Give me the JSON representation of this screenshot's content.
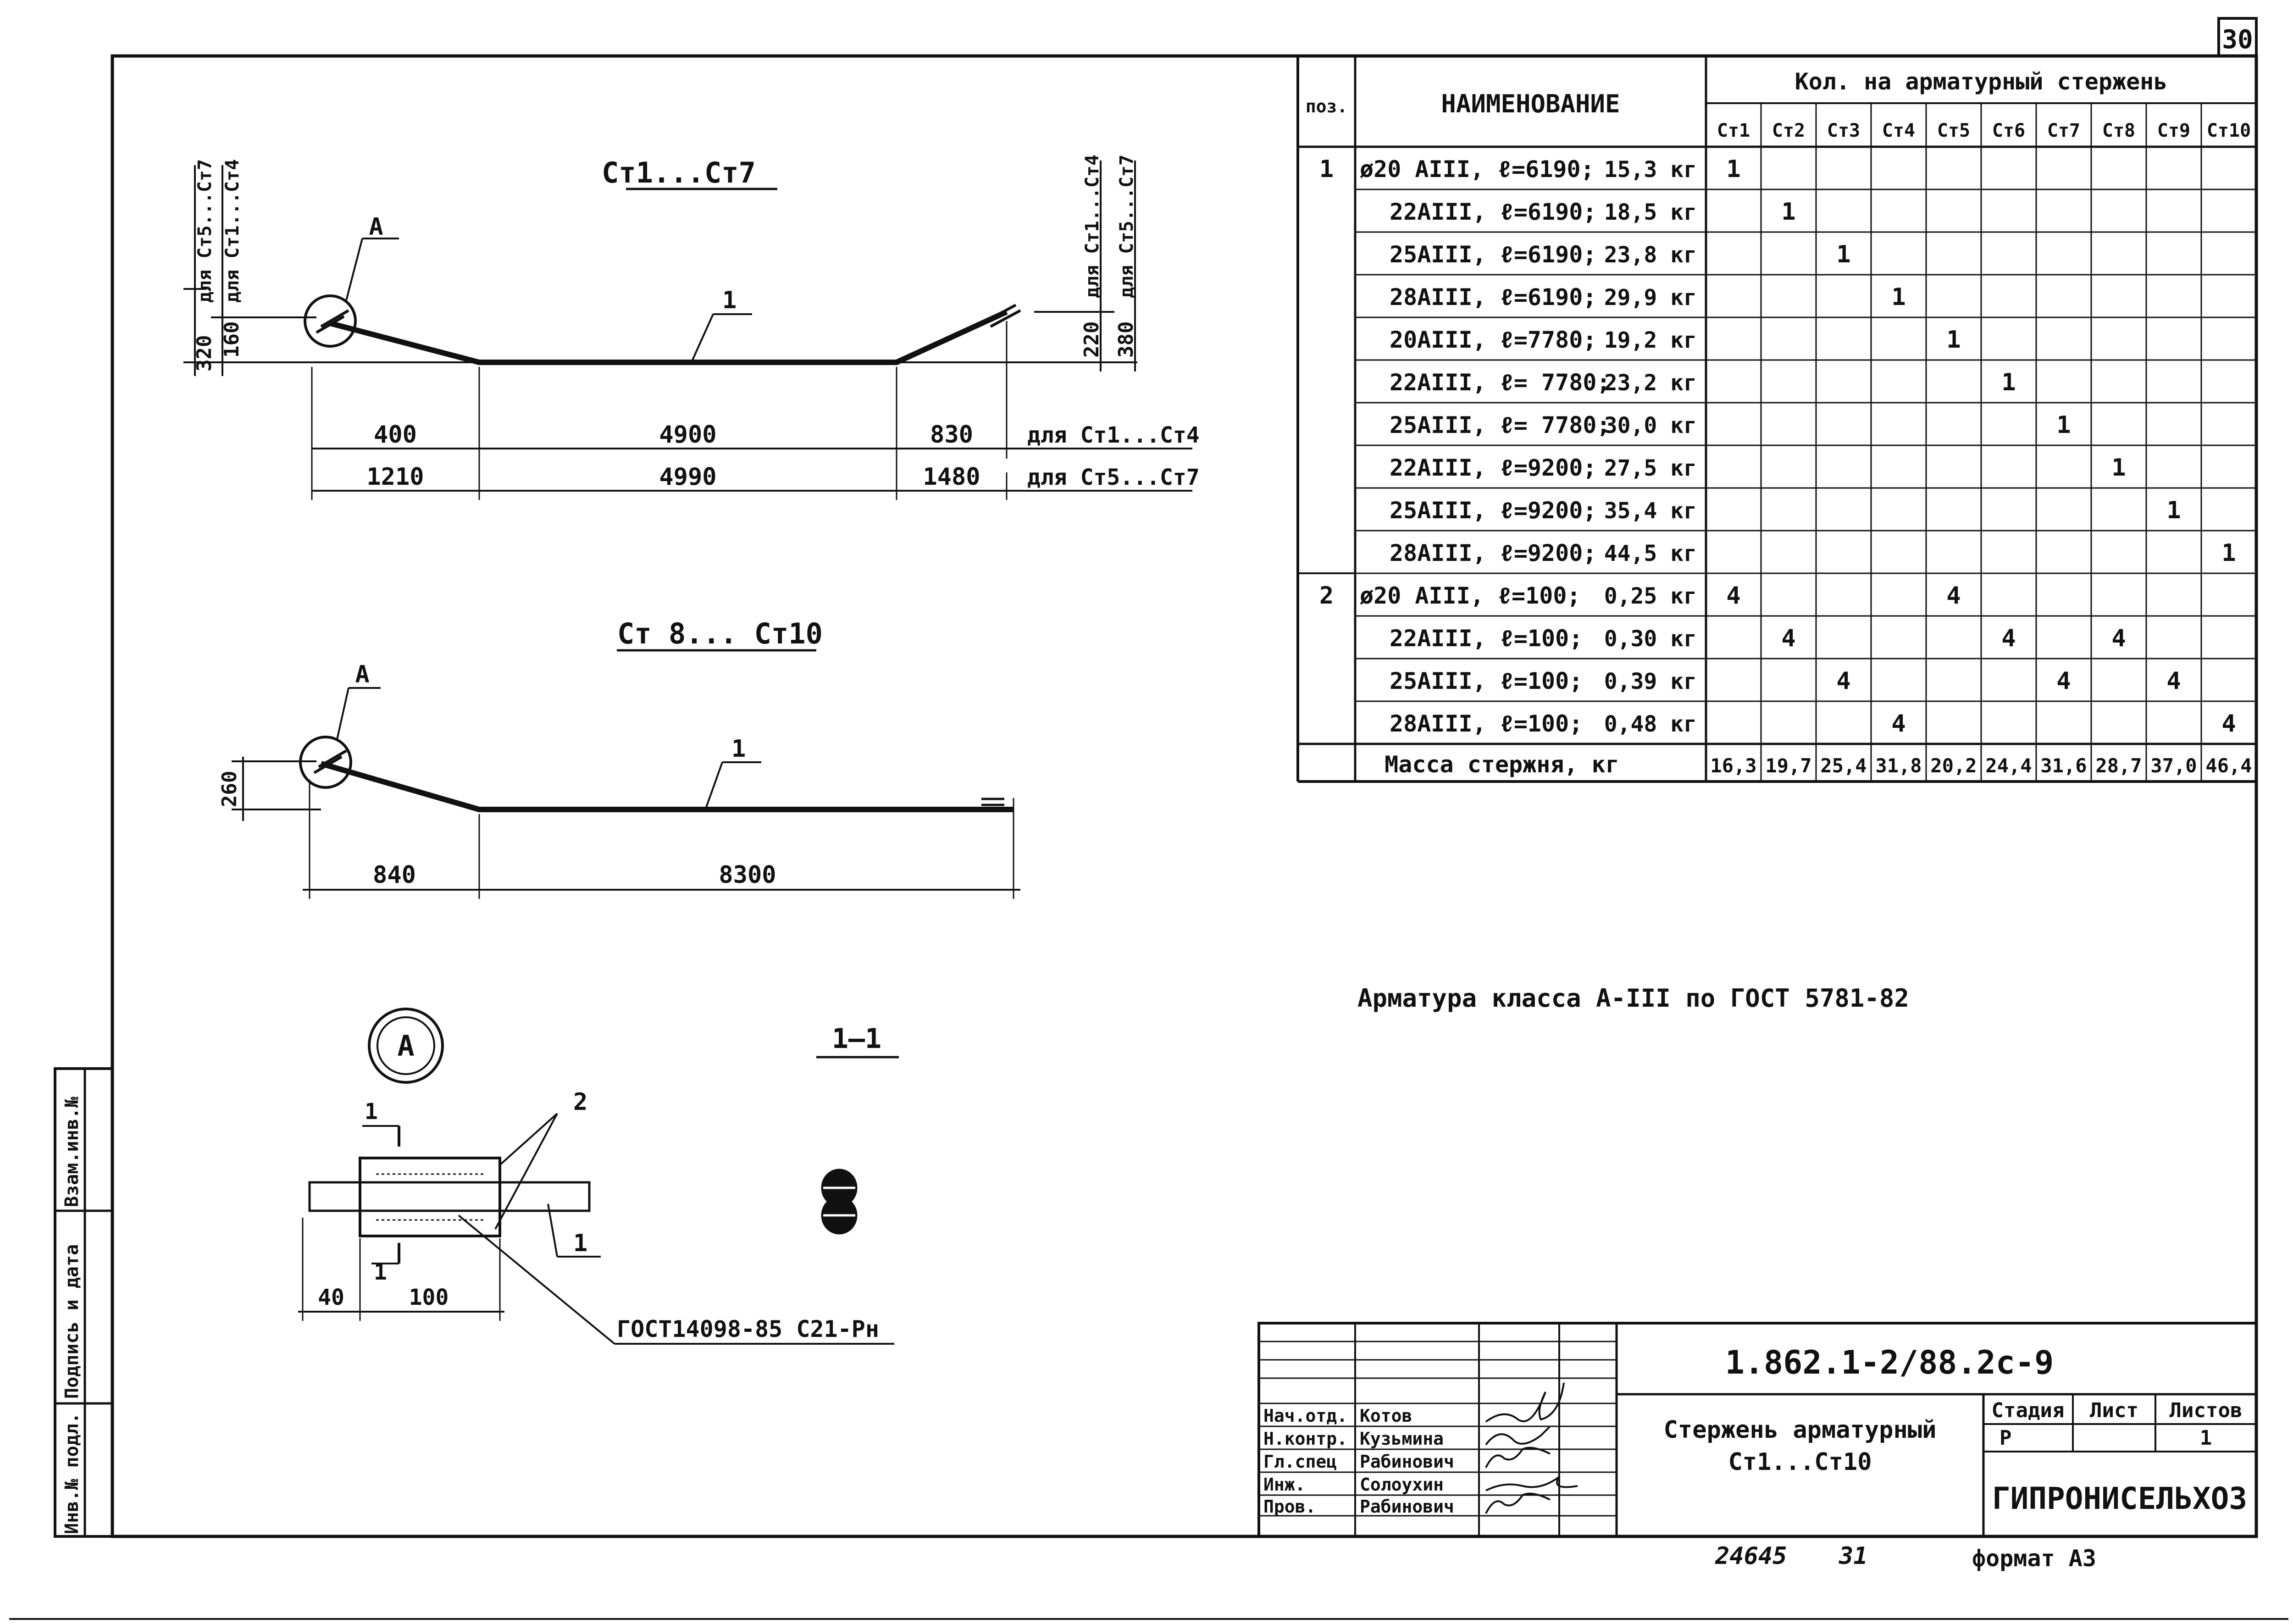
{
  "sheet": {
    "page_number": "30",
    "format": "формат A3",
    "archive_no": "24645",
    "archive_sheet": "31"
  },
  "drawing1": {
    "title": "Ст1...Ст7",
    "detail_ref": "А",
    "pos_label": "1",
    "left_heights": [
      "320",
      "160"
    ],
    "left_notes": [
      "для Ст5...Ст7",
      "для Ст1...Ст4"
    ],
    "right_heights": [
      "220",
      "380"
    ],
    "right_notes": [
      "для Ст1...Ст4",
      "для Ст5...Ст7"
    ],
    "row1": [
      "400",
      "4900",
      "830"
    ],
    "row1_note": "для Ст1...Ст4",
    "row2": [
      "1210",
      "4990",
      "1480"
    ],
    "row2_note": "для Ст5...Ст7"
  },
  "drawing2": {
    "title": "Ст 8... Ст10",
    "detail_ref": "А",
    "pos_label": "1",
    "height": "260",
    "dims": [
      "840",
      "8300"
    ]
  },
  "detail": {
    "circle_label": "А",
    "section_mark": "1",
    "pos2": "2",
    "pos1": "1",
    "dims": [
      "40",
      "100"
    ],
    "gost_note": "ГОСТ14098-85 С21-Рн",
    "section_title": "1—1"
  },
  "table": {
    "col_pos": "поз.",
    "col_name": "НАИМЕНОВАНИЕ",
    "col_group": "Кол. на арматурный стержень",
    "col_rods": [
      "Ст1",
      "Ст2",
      "Ст3",
      "Ст4",
      "Ст5",
      "Ст6",
      "Ст7",
      "Ст8",
      "Ст9",
      "Ст10"
    ],
    "rows": [
      {
        "pos": "1",
        "name": "ø20 АIII, ℓ=6190;",
        "mass": "15,3 кг",
        "cells": [
          "1",
          "",
          "",
          "",
          "",
          "",
          "",
          "",
          "",
          ""
        ]
      },
      {
        "pos": "",
        "name": "22АIII, ℓ=6190;",
        "mass": "18,5 кг",
        "cells": [
          "",
          "1",
          "",
          "",
          "",
          "",
          "",
          "",
          "",
          ""
        ]
      },
      {
        "pos": "",
        "name": "25АIII, ℓ=6190;",
        "mass": "23,8 кг",
        "cells": [
          "",
          "",
          "1",
          "",
          "",
          "",
          "",
          "",
          "",
          ""
        ]
      },
      {
        "pos": "",
        "name": "28АIII, ℓ=6190;",
        "mass": "29,9 кг",
        "cells": [
          "",
          "",
          "",
          "1",
          "",
          "",
          "",
          "",
          "",
          ""
        ]
      },
      {
        "pos": "",
        "name": "20АIII, ℓ=7780;",
        "mass": "19,2 кг",
        "cells": [
          "",
          "",
          "",
          "",
          "1",
          "",
          "",
          "",
          "",
          ""
        ]
      },
      {
        "pos": "",
        "name": "22АIII, ℓ= 7780;",
        "mass": "23,2 кг",
        "cells": [
          "",
          "",
          "",
          "",
          "",
          "1",
          "",
          "",
          "",
          ""
        ]
      },
      {
        "pos": "",
        "name": "25АIII, ℓ= 7780;",
        "mass": "30,0 кг",
        "cells": [
          "",
          "",
          "",
          "",
          "",
          "",
          "1",
          "",
          "",
          ""
        ]
      },
      {
        "pos": "",
        "name": "22АIII, ℓ=9200;",
        "mass": "27,5 кг",
        "cells": [
          "",
          "",
          "",
          "",
          "",
          "",
          "",
          "1",
          "",
          ""
        ]
      },
      {
        "pos": "",
        "name": "25АIII, ℓ=9200;",
        "mass": "35,4 кг",
        "cells": [
          "",
          "",
          "",
          "",
          "",
          "",
          "",
          "",
          "1",
          ""
        ]
      },
      {
        "pos": "",
        "name": "28АIII, ℓ=9200;",
        "mass": "44,5 кг",
        "cells": [
          "",
          "",
          "",
          "",
          "",
          "",
          "",
          "",
          "",
          "1"
        ]
      },
      {
        "pos": "2",
        "name": "ø20 АIII, ℓ=100;",
        "mass": "0,25 кг",
        "cells": [
          "4",
          "",
          "",
          "",
          "4",
          "",
          "",
          "",
          "",
          ""
        ]
      },
      {
        "pos": "",
        "name": "22АIII, ℓ=100;",
        "mass": "0,30 кг",
        "cells": [
          "",
          "4",
          "",
          "",
          "",
          "4",
          "",
          "4",
          "",
          ""
        ]
      },
      {
        "pos": "",
        "name": "25АIII, ℓ=100;",
        "mass": "0,39 кг",
        "cells": [
          "",
          "",
          "4",
          "",
          "",
          "",
          "4",
          "",
          "4",
          ""
        ]
      },
      {
        "pos": "",
        "name": "28АIII, ℓ=100;",
        "mass": "0,48 кг",
        "cells": [
          "",
          "",
          "",
          "4",
          "",
          "",
          "",
          "",
          "",
          "4"
        ]
      }
    ],
    "total_label": "Масса стержня, кг",
    "totals": [
      "16,3",
      "19,7",
      "25,4",
      "31,8",
      "20,2",
      "24,4",
      "31,6",
      "28,7",
      "37,0",
      "46,4"
    ]
  },
  "note": "Арматура класса А-III по ГОСТ 5781-82",
  "stamp": {
    "doc_code": "1.862.1-2/88.2с-9",
    "title_line1": "Стержень арматурный",
    "title_line2": "Ст1...Ст10",
    "stage_label": "Стадия",
    "sheet_label": "Лист",
    "sheets_label": "Листов",
    "stage": "Р",
    "sheets": "1",
    "org": "ГИПРОНИСЕЛЬХОЗ",
    "roles": [
      "Нач.отд.",
      "Н.контр.",
      "Гл.спец",
      "Инж.",
      "Пров."
    ],
    "names": [
      "Котов",
      "Кузьмина",
      "Рабинович",
      "Солоухин",
      "Рабинович"
    ]
  },
  "side_stamp": [
    "Инв.№ подл.",
    "Подпись и дата",
    "Взам.инв.№"
  ]
}
